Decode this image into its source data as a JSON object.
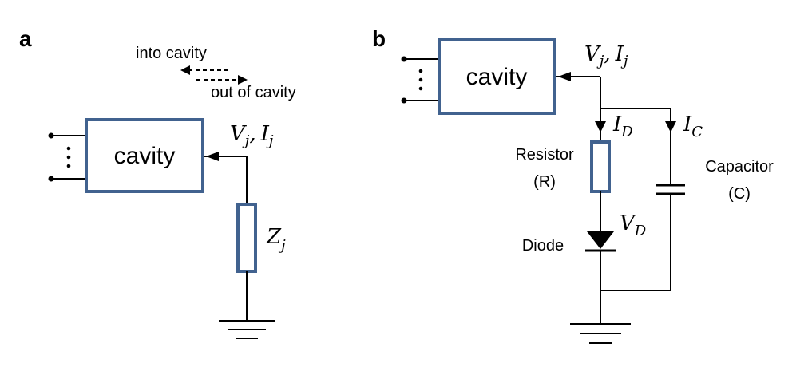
{
  "panel_a": {
    "label": "a",
    "cavity_label": "cavity",
    "arrow_into": "into cavity",
    "arrow_out": "out of cavity",
    "node_var_1": "V",
    "node_sub_1": "j",
    "node_sep": ",",
    "node_var_2": "I",
    "node_sub_2": "j",
    "impedance_var": "Z",
    "impedance_sub": "j"
  },
  "panel_b": {
    "label": "b",
    "cavity_label": "cavity",
    "node_var_1": "V",
    "node_sub_1": "j",
    "node_sep": ",",
    "node_var_2": "I",
    "node_sub_2": "j",
    "id_var": "I",
    "id_sub": "D",
    "ic_var": "I",
    "ic_sub": "C",
    "resistor_label": "Resistor",
    "resistor_symbol": "(R)",
    "capacitor_label": "Capacitor",
    "capacitor_symbol": "(C)",
    "diode_label": "Diode",
    "vd_var": "V",
    "vd_sub": "D"
  }
}
